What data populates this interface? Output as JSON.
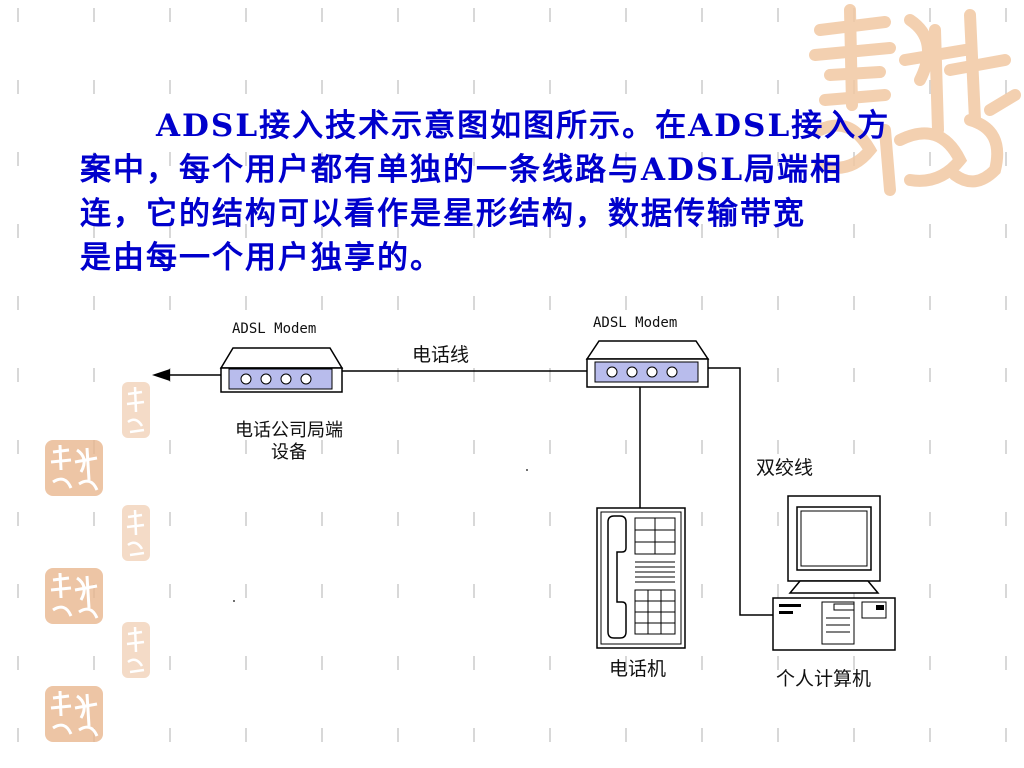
{
  "description": {
    "lines": [
      "ADSL接入技术示意图如图所示。在ADSL接入方",
      "案中，每个用户都有单独的一条线路与ADSL局端相",
      "连，它的结构可以看作是星形结构，数据传输带宽",
      "是由每一个用户独享的。"
    ]
  },
  "diagram": {
    "left_modem_label": "ADSL Modem",
    "right_modem_label": "ADSL Modem",
    "phone_line_label": "电话线",
    "twisted_pair_label": "双绞线",
    "telco_equipment_label": "电话公司局端设备",
    "telephone_label": "电话机",
    "computer_label": "个人计算机"
  },
  "theme": {
    "text_color": "#0000cc",
    "watermark_color": "#e8a672",
    "dash_color": "#d8d8d8"
  }
}
